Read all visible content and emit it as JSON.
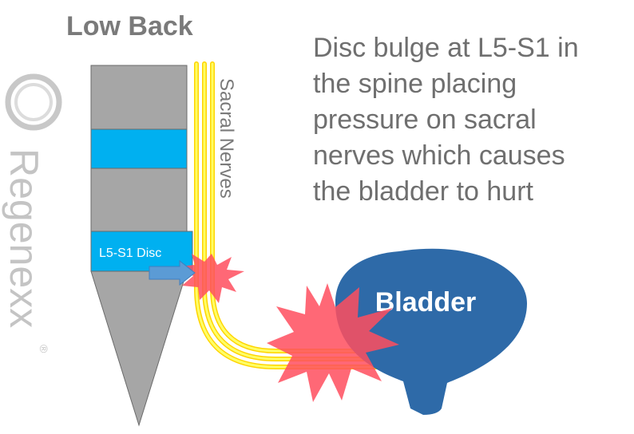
{
  "header": {
    "title": "Low Back"
  },
  "description": {
    "lines": [
      "Disc bulge at L5-S1 in",
      "the spine placing",
      "pressure on sacral",
      "nerves which causes",
      "the bladder to hurt"
    ]
  },
  "spine": {
    "disc_label": "L5-S1 Disc"
  },
  "nerves": {
    "label": "Sacral Nerves"
  },
  "bladder": {
    "label": "Bladder"
  },
  "brand": {
    "name": "Regenexx",
    "mark": "®"
  },
  "colors": {
    "spine": "#a6a6a6",
    "disc": "#00b0f0",
    "nerve": "#ffff00",
    "nerve_outline": "#ffd400",
    "bladder": "#2e6aa8",
    "pain_burst": "#ff4d5e",
    "arrow": "#5b9bd5",
    "text_gray": "#6f6f6f"
  },
  "icons": {
    "pain": "starburst-icon",
    "pressure": "arrow-right-icon",
    "logo": "ring-logo-icon"
  }
}
